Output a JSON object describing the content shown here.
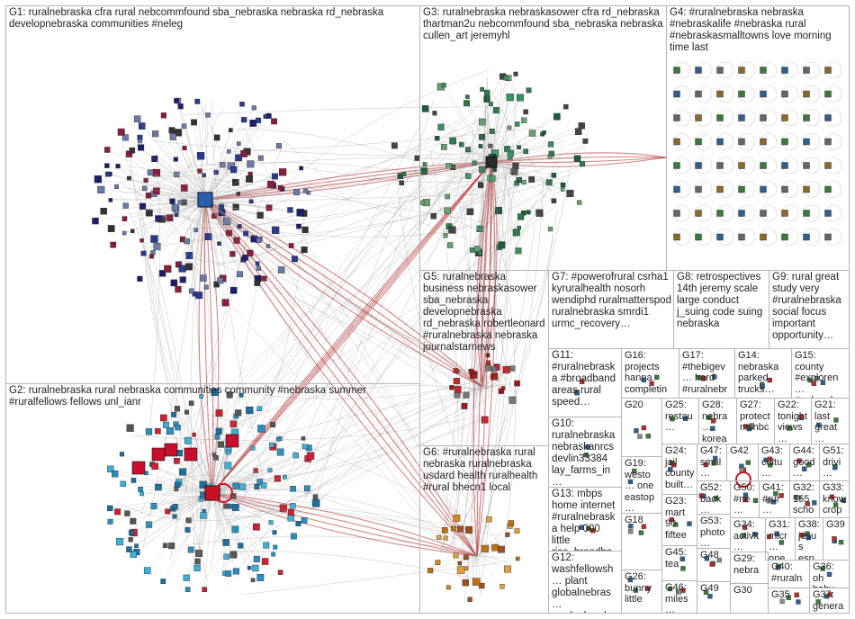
{
  "panels": [
    {
      "id": "G1",
      "label": "G1: ruralnebraska cfra rural nebcommfound sba_nebraska nebraska rd_nebraska developnebraska communities #neleg"
    },
    {
      "id": "G2",
      "label": "G2: ruralnebraska rural nebraska communities community #nebraska summer #ruralfellows fellows unl_ianr"
    },
    {
      "id": "G3",
      "label": "G3: ruralnebraska nebraskasower cfra rd_nebraska thartman2u nebcommfound sba_nebraska nebraska cullen_art jeremyhl"
    },
    {
      "id": "G4",
      "label": "G4: #ruralnebraska nebraska #nebraskalife #nebraska rural #nebraskasmalltowns love morning time last"
    },
    {
      "id": "G5",
      "label": "G5: ruralnebraska business nebraskasower sba_nebraska developnebraska rd_nebraska robertleonard #ruralnebraska nebraska journalstarnews"
    },
    {
      "id": "G6",
      "label": "G6: #ruralnebraska rural nebraska ruralnebraska usdard health ruralhealth #rural bhecn1 local"
    },
    {
      "id": "G7",
      "label": "G7: #powerofrural csrha1 kyruralhealth nosorh wendiphd ruralmatterspod ruralnebraska smrdi1 urmc_recovery…"
    },
    {
      "id": "G8",
      "label": "G8: retrospectives 14th jeremy scale large conduct j_suing code suing nebraska"
    },
    {
      "id": "G9",
      "label": "G9: rural great study very #ruralnebraska social focus important opportunity…"
    },
    {
      "id": "G10",
      "label": "G10: ruralnebraska nebraskanrcs devlin33384 lay_farms_in…"
    },
    {
      "id": "G11",
      "label": "G11: #ruralnebraska #broadband areas rural speed…"
    },
    {
      "id": "G12",
      "label": "G12: washfellowsh… plant globalnebras… ruralnebraska…"
    },
    {
      "id": "G13",
      "label": "G13: mbps home internet #ruralnebraska help 000 little rise_broadba…"
    },
    {
      "id": "G14",
      "label": "G14: nebraska parked trucks…"
    },
    {
      "id": "G15",
      "label": "G15: county #exploren… #nebrask…"
    },
    {
      "id": "G16",
      "label": "G16: projects hanna completin…"
    },
    {
      "id": "G17",
      "label": "G17: #thebigev… hard #ruralnebr…"
    },
    {
      "id": "G18",
      "label": "G18"
    },
    {
      "id": "G19",
      "label": "G19: westo… one eastop…"
    },
    {
      "id": "G20",
      "label": "G20"
    },
    {
      "id": "G21",
      "label": "G21: last great…"
    },
    {
      "id": "G22",
      "label": "G22: tonight views…"
    },
    {
      "id": "G23",
      "label": "G23: mart 90 fiftee…"
    },
    {
      "id": "G24",
      "label": "G24: jail county built…"
    },
    {
      "id": "G25",
      "label": "G25: restau…"
    },
    {
      "id": "G26",
      "label": "G26: bunny little"
    },
    {
      "id": "G27",
      "label": "G27: protect msnbc"
    },
    {
      "id": "G28",
      "label": "G28: nebra… korea…"
    },
    {
      "id": "G29",
      "label": "G29: nebra…"
    },
    {
      "id": "G30",
      "label": "G30"
    },
    {
      "id": "G31",
      "label": "G31: micr… one…"
    },
    {
      "id": "G32",
      "label": "G32: 155 scho…"
    },
    {
      "id": "G33",
      "label": "G33: know crop…"
    },
    {
      "id": "G34",
      "label": "G34: activit…"
    },
    {
      "id": "G35",
      "label": "G35"
    },
    {
      "id": "G36",
      "label": "G36: oh baby…"
    },
    {
      "id": "G37",
      "label": "G37: genera…"
    },
    {
      "id": "G38",
      "label": "G38: jesus esp…"
    },
    {
      "id": "G39",
      "label": "G39"
    },
    {
      "id": "G40",
      "label": "G40: #ruraln…"
    },
    {
      "id": "G41",
      "label": "G41: #rur… eve…"
    },
    {
      "id": "G42",
      "label": "G42"
    },
    {
      "id": "G43",
      "label": "G43: cultu…"
    },
    {
      "id": "G44",
      "label": "G44: good…"
    },
    {
      "id": "G45",
      "label": "G45: tea"
    },
    {
      "id": "G46",
      "label": "G46: miles…"
    },
    {
      "id": "G47",
      "label": "G47: smal…"
    },
    {
      "id": "G48",
      "label": "G48"
    },
    {
      "id": "G49",
      "label": "G49"
    },
    {
      "id": "G50",
      "label": "G50: #ne… #rur…"
    },
    {
      "id": "G51",
      "label": "G51: drivi…"
    },
    {
      "id": "G52",
      "label": "G52: back…"
    },
    {
      "id": "G53",
      "label": "G53: photo…"
    }
  ]
}
